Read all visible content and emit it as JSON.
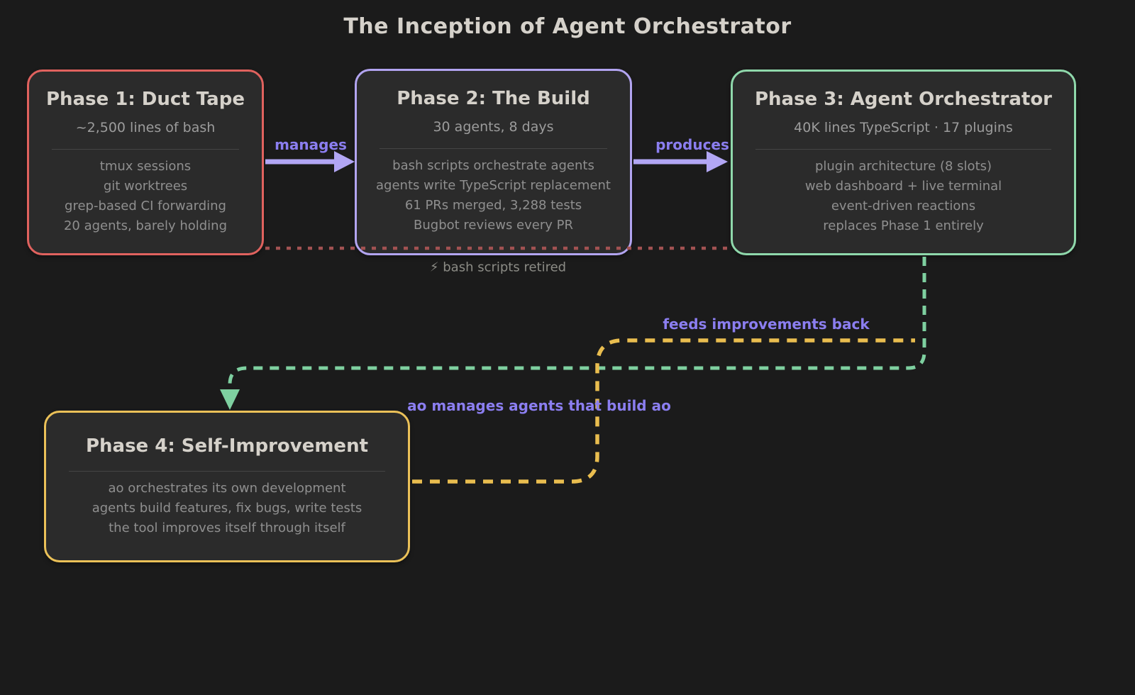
{
  "title": "The Inception of Agent Orchestrator",
  "phases": [
    {
      "title": "Phase 1: Duct Tape",
      "subtitle": "~2,500 lines of bash",
      "items": [
        "tmux sessions",
        "git worktrees",
        "grep-based CI forwarding",
        "20 agents, barely holding"
      ],
      "border_color": "#e0625e"
    },
    {
      "title": "Phase 2: The Build",
      "subtitle": "30 agents, 8 days",
      "items": [
        "bash scripts orchestrate agents",
        "agents write TypeScript replacement",
        "61 PRs merged, 3,288 tests",
        "Bugbot reviews every PR"
      ],
      "border_color": "#b2a4f0"
    },
    {
      "title": "Phase 3: Agent Orchestrator",
      "subtitle": "40K lines TypeScript · 17 plugins",
      "items": [
        "plugin architecture (8 slots)",
        "web dashboard + live terminal",
        "event-driven reactions",
        "replaces Phase 1 entirely"
      ],
      "border_color": "#8fd8ab"
    },
    {
      "title": "Phase 4: Self-Improvement",
      "items": [
        "ao orchestrates its own development",
        "agents build features, fix bugs, write tests",
        "the tool improves itself through itself"
      ],
      "border_color": "#ebc158"
    }
  ],
  "labels": {
    "manages": "manages",
    "produces": "produces",
    "bash_retired": "⚡ bash scripts retired",
    "feeds_back": "feeds improvements back",
    "ao_manages": "ao manages agents that build ao"
  },
  "colors": {
    "background": "#1b1b1b",
    "box_background": "#2b2b2b",
    "heading_text": "#d5d1ca",
    "body_text": "#8f8f8f",
    "subtitle_text": "#9c9c9c",
    "edge_label_purple": "#8b7ef0",
    "solid_arrow_purple": "#b2a6f4",
    "retired_dotted_red": "#a25252",
    "feedback_dashed_green": "#7ed0a0",
    "ao_dashed_yellow": "#e9bd4f",
    "retired_label_gray": "#8b8b85"
  }
}
